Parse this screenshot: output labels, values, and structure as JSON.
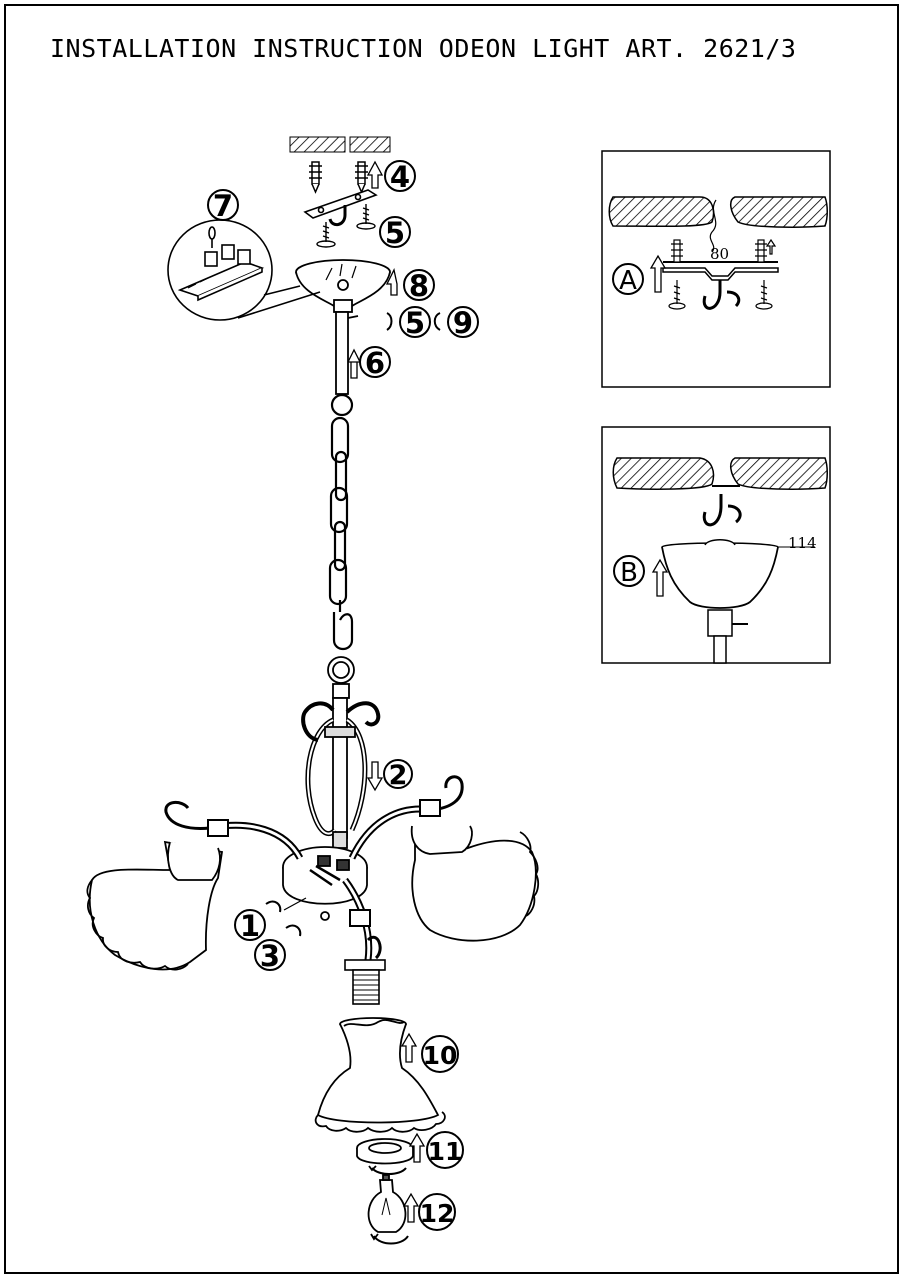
{
  "document": {
    "title": "INSTALLATION INSTRUCTION ODEON LIGHT ART. 2621/3"
  },
  "steps": {
    "s1": "1",
    "s2": "2",
    "s3": "3",
    "s4": "4",
    "s5a": "5",
    "s5b": "5",
    "s6": "6",
    "s7": "7",
    "s8": "8",
    "s9": "9",
    "s10": "10",
    "s11": "11",
    "s12": "12"
  },
  "detail_a": {
    "label": "A",
    "dimension": "80"
  },
  "detail_b": {
    "label": "B",
    "dimension": "114"
  },
  "colors": {
    "line": "#000000",
    "background": "#ffffff"
  }
}
